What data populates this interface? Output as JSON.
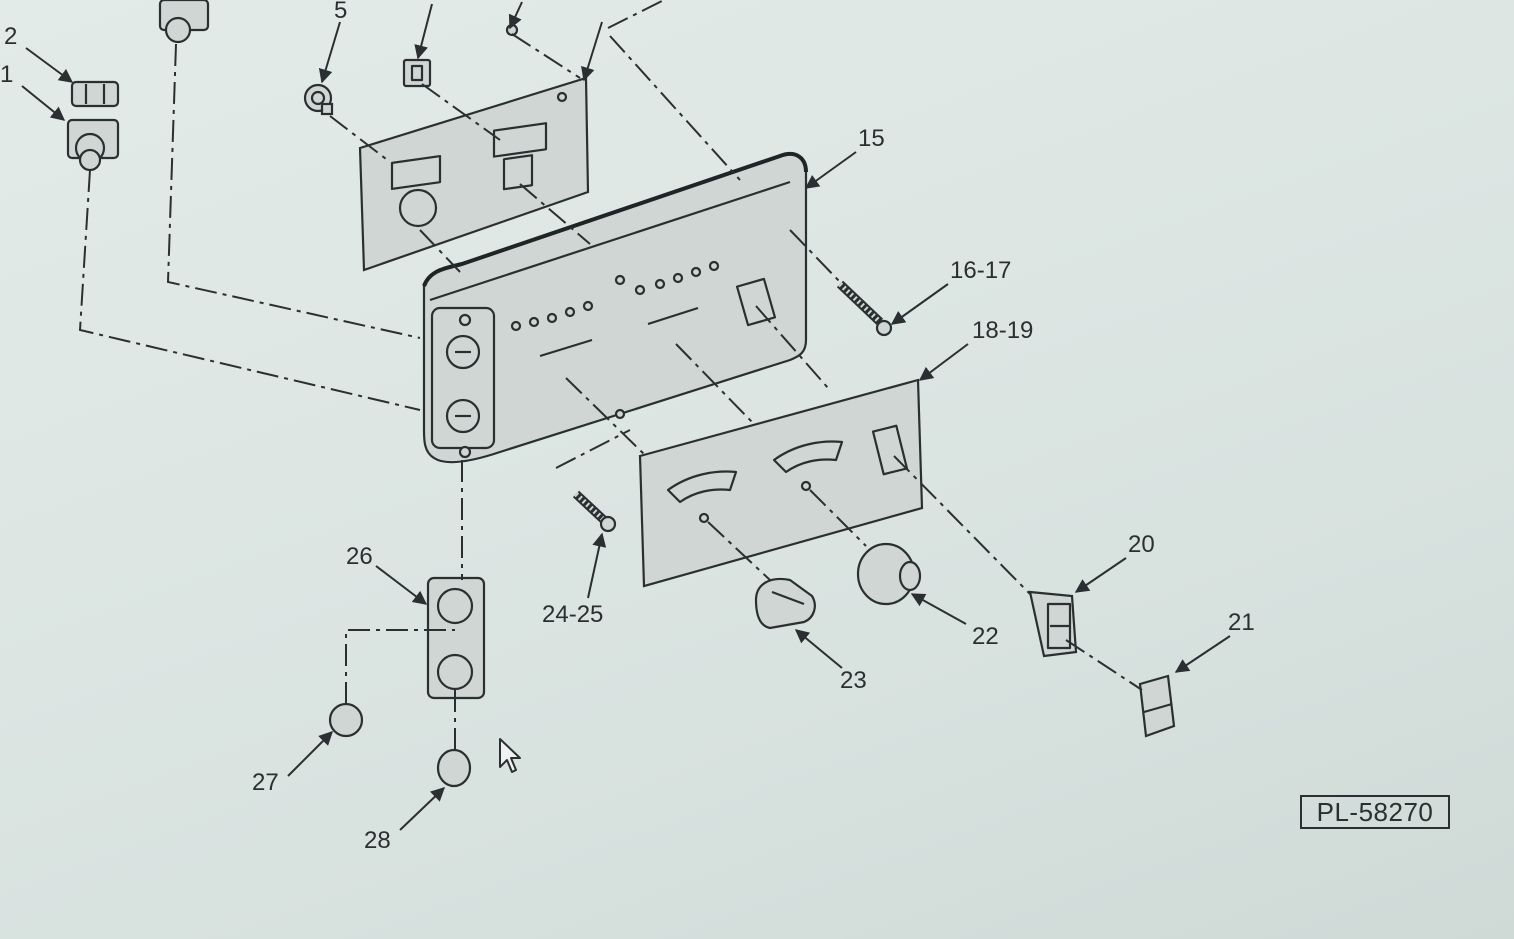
{
  "callouts": {
    "c1": "1",
    "c2": "2",
    "c5": "5",
    "c15": "15",
    "c16_17": "16-17",
    "c18_19": "18-19",
    "c20": "20",
    "c21": "21",
    "c22": "22",
    "c23": "23",
    "c24_25": "24-25",
    "c26": "26",
    "c27": "27",
    "c28": "28"
  },
  "reference": "PL-58270",
  "colors": {
    "ink": "#2b2f31",
    "paper": "#dde6e3"
  },
  "icons": {
    "cursor": "mouse-pointer-icon"
  }
}
